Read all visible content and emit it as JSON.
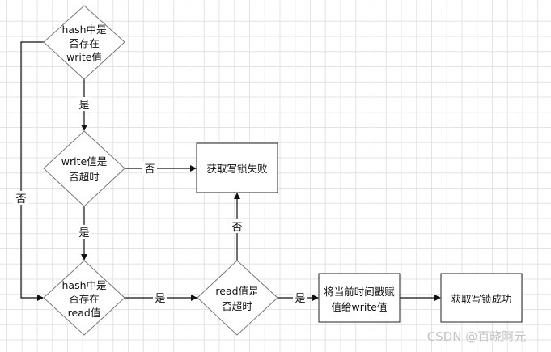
{
  "nodes": {
    "d1": [
      "hash中是",
      "否存在",
      "write值"
    ],
    "d2": [
      "write值是",
      "否超时"
    ],
    "d3": [
      "hash中是",
      "否存在",
      "read值"
    ],
    "d4": [
      "read值是",
      "否超时"
    ],
    "fail": "获取写锁失败",
    "assign": [
      "将当前时间戳赋",
      "值给write值"
    ],
    "success": "获取写锁成功"
  },
  "edges": {
    "d1_to_d2": "是",
    "d1_to_d3": "否",
    "d2_to_fail": "否",
    "d2_to_d3": "是",
    "d3_to_d4": "是",
    "d4_to_fail": "否",
    "d4_to_assign": "是"
  },
  "watermark": "CSDN @百晓阿元"
}
